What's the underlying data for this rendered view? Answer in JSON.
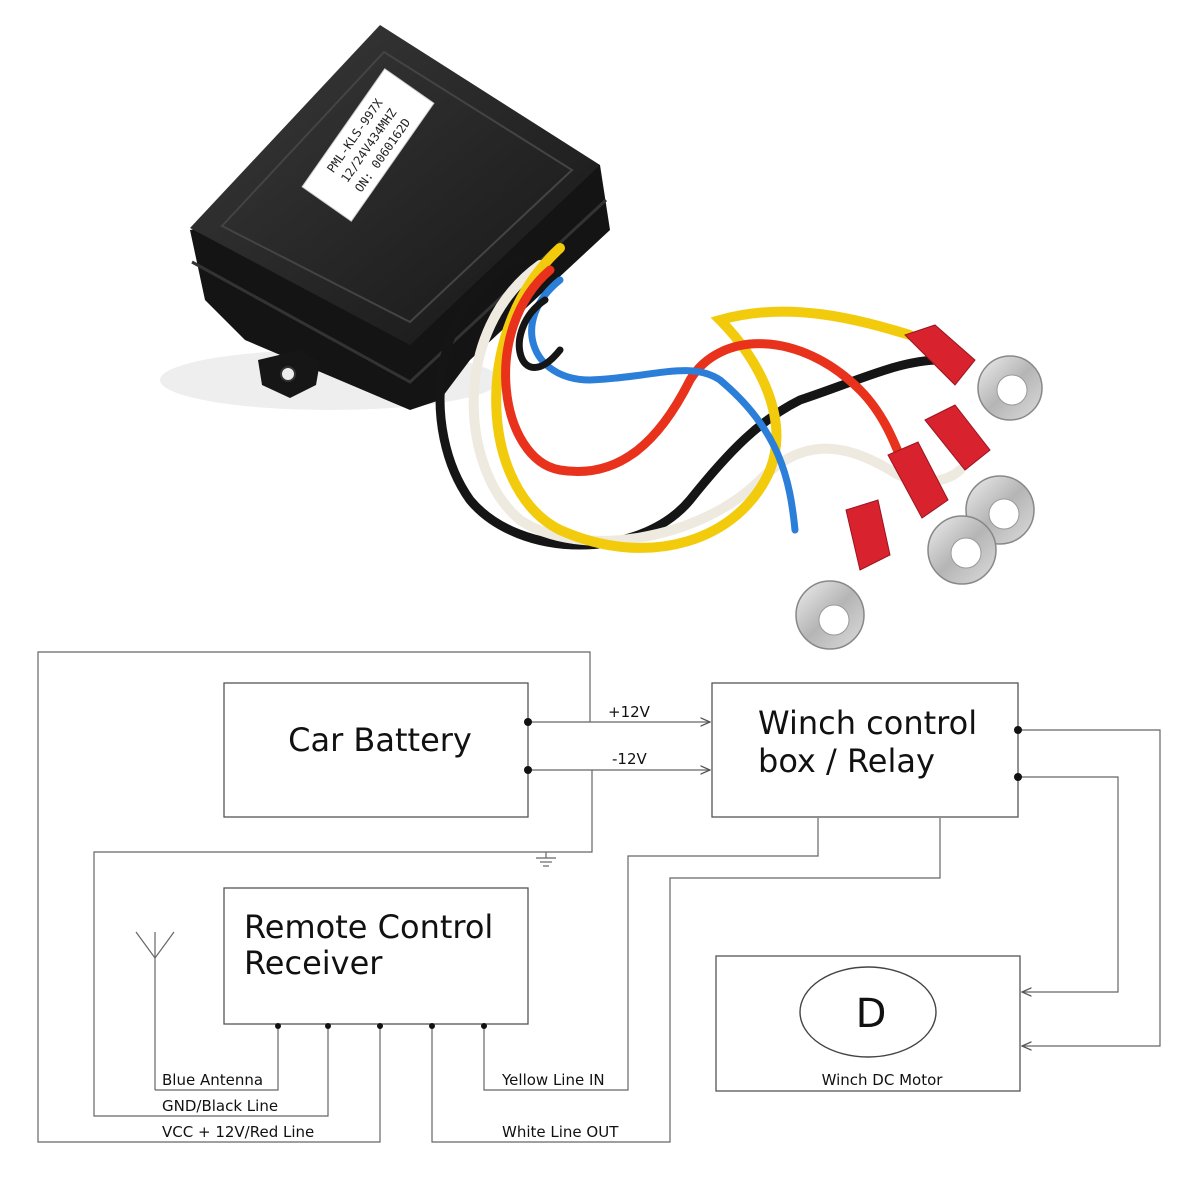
{
  "photo": {
    "label_lines": [
      "PML-KLS-997X",
      "12/24V434MHZ",
      "ON: 0060162D"
    ],
    "wire_colors": {
      "black": "#151515",
      "white": "#efeae0",
      "red": "#e8321c",
      "yellow": "#f2cc0c",
      "blue": "#2b7fd8",
      "terminal_red": "#d8222e",
      "ring_metal": "#c9c9c9",
      "housing": "#1e1e1e"
    }
  },
  "diagram": {
    "car_battery": "Car Battery",
    "winch_control_line1": "Winch control",
    "winch_control_line2": "box / Relay",
    "remote_line1": "Remote Control",
    "remote_line2": "Receiver",
    "motor_letter": "D",
    "motor_label": "Winch DC Motor",
    "plus12": "+12V",
    "minus12": "-12V",
    "blue_antenna": "Blue Antenna",
    "gnd_black": "GND/Black Line",
    "vcc_red": "VCC + 12V/Red Line",
    "yellow_in": "Yellow Line IN",
    "white_out": "White Line OUT"
  }
}
